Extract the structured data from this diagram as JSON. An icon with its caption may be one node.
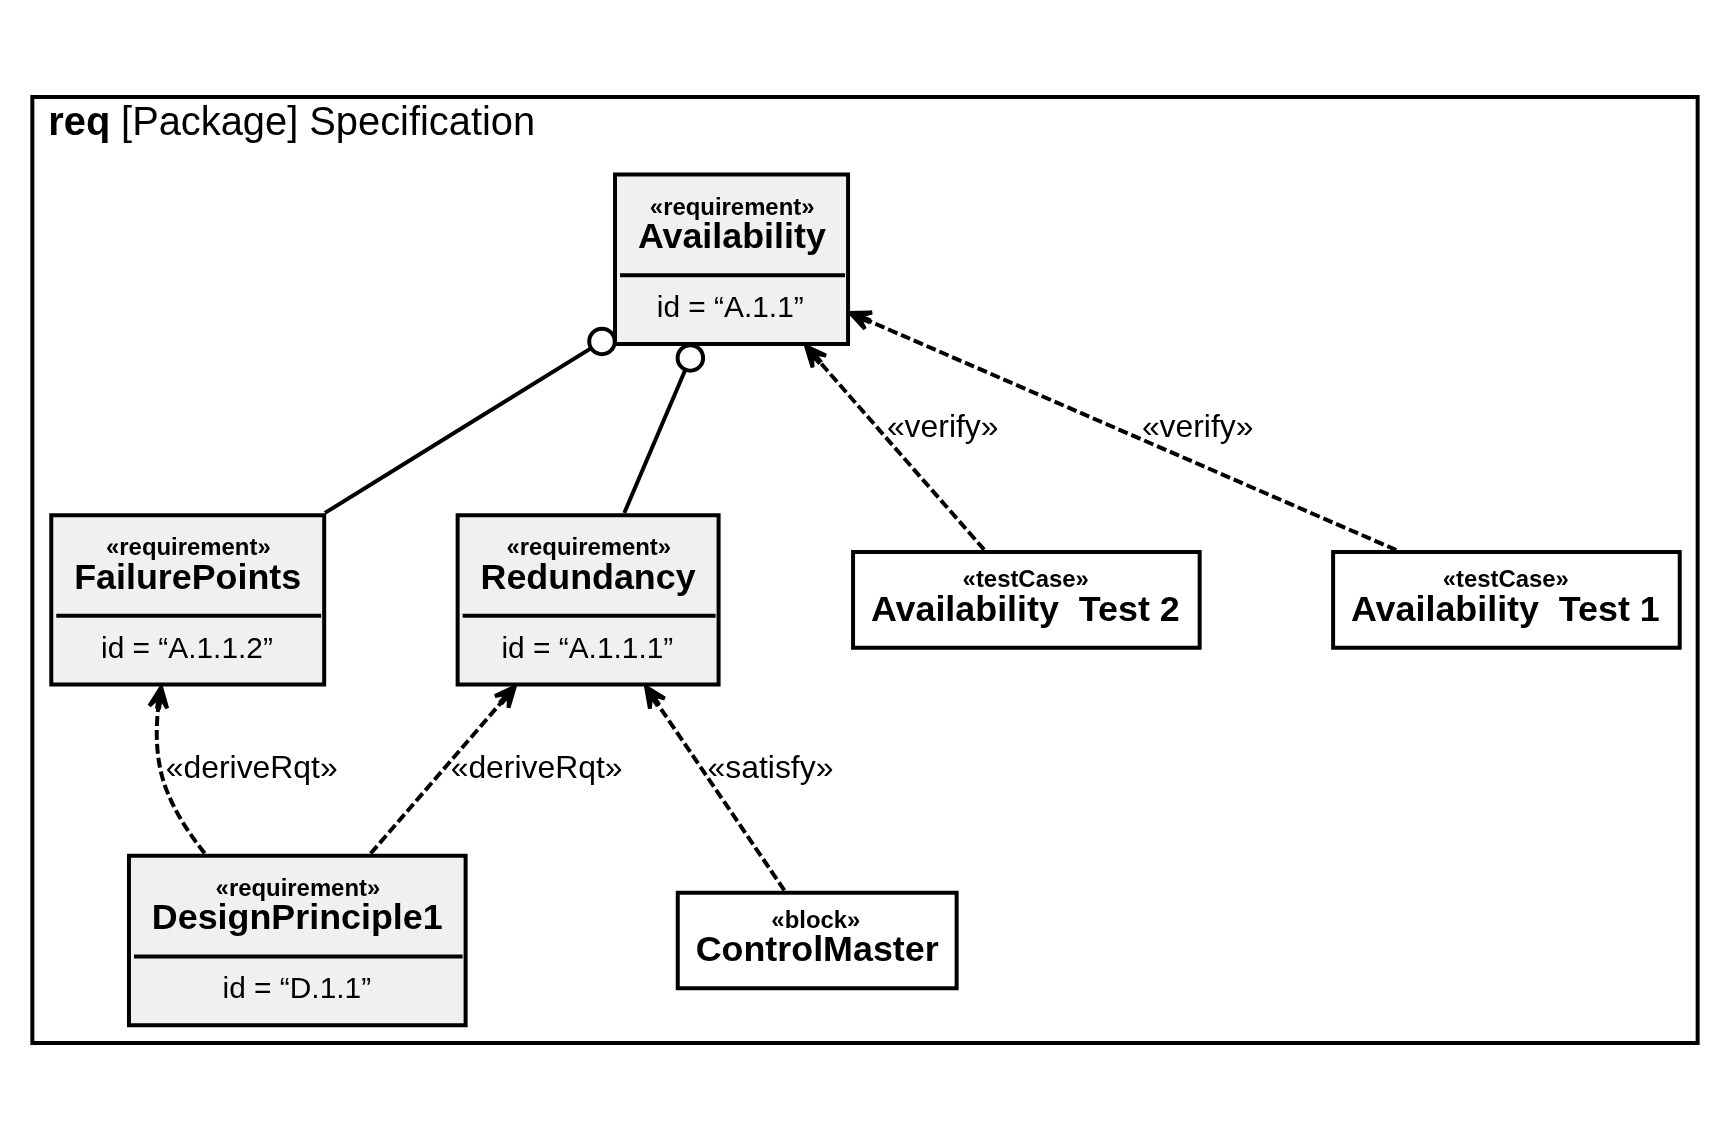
{
  "diagram": {
    "nodes": [
      {
        "text": [
          "**req** [Package] Specification"
        ]
      },
      {
        "text": [
          "«requirement»",
          "Availability",
          "id = “A.1.1”"
        ],
        "in": 0
      },
      {
        "text": [
          "«testCase»",
          "Availability  Test 1"
        ],
        "in": 0
      },
      {
        "text": [
          "«testCase»",
          "Availability  Test 2"
        ],
        "in": 0
      },
      {
        "text": [
          "«requirement»",
          "FailurePoints",
          "id = “A.1.1.2”"
        ],
        "in": 0
      },
      {
        "text": [
          "«requirement»",
          "Redundancy",
          "id = “A.1.1.1”"
        ],
        "in": 0
      },
      {
        "text": [
          "«block»",
          "ControlMaster"
        ],
        "in": 0
      },
      {
        "text": [
          "«requirement»",
          "DesignPrinciple1",
          "id = “D.1.1”"
        ],
        "in": 0
      }
    ],
    "edges": [
      {
        "from": 2,
        "to": 1,
        "arrow": "to",
        "style": "dashed",
        "label": "«verify»"
      },
      {
        "from": 3,
        "to": 1,
        "arrow": "to",
        "style": "dashed",
        "label": "«verify»"
      },
      {
        "from": 4,
        "to": 1,
        "arrow": "other"
      },
      {
        "from": 5,
        "to": 1,
        "arrow": "other"
      },
      {
        "from": 6,
        "to": 5,
        "arrow": "to",
        "style": "dashed",
        "label": "«satisfy»"
      },
      {
        "from": 7,
        "to": 4,
        "arrow": "to",
        "style": "dashed",
        "label": "«deriveRqt»"
      },
      {
        "from": 7,
        "to": 5,
        "arrow": "to",
        "style": "dashed",
        "label": "«deriveRqt»"
      }
    ]
  }
}
